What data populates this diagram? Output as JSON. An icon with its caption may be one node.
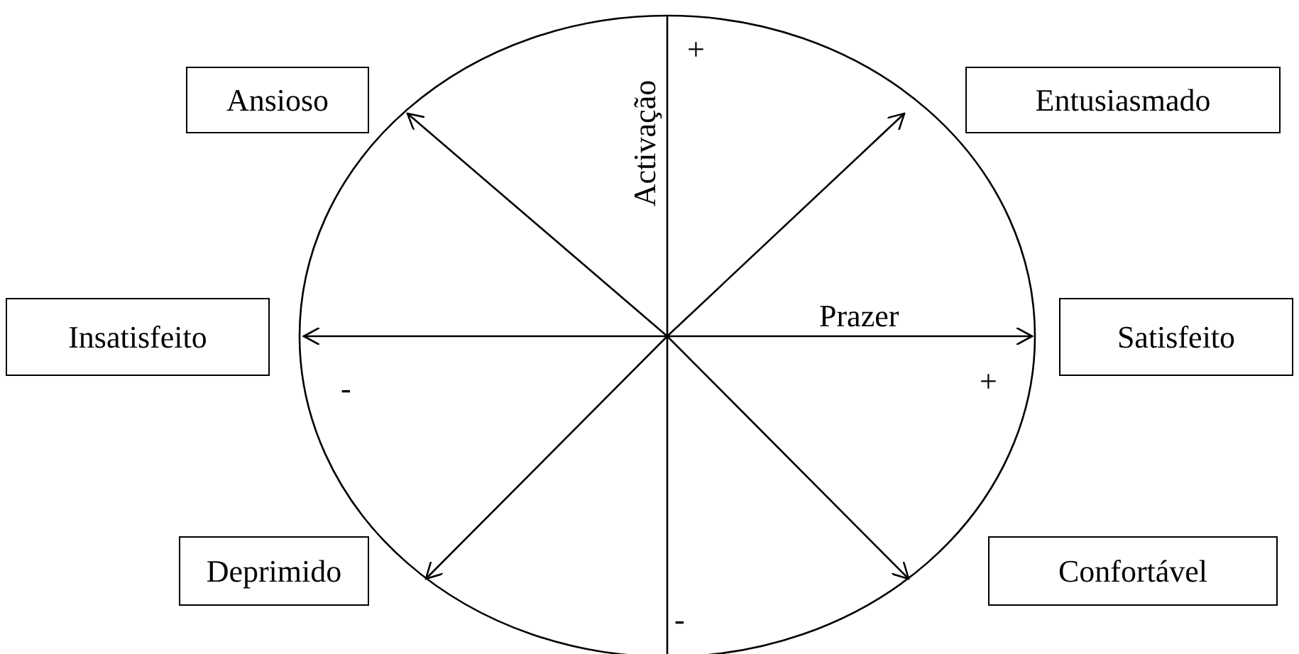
{
  "diagram": {
    "nodes": [
      {
        "text": [
          "Ansioso"
        ]
      },
      {
        "text": [
          "Entusiasmado"
        ]
      },
      {
        "text": [
          "Insatisfeito"
        ]
      },
      {
        "text": [
          "Satisfeito"
        ]
      },
      {
        "text": [
          "Deprimido"
        ]
      },
      {
        "text": [
          "Confortável"
        ]
      },
      {
        "text": [],
        "shape": "circle"
      }
    ],
    "labels": [
      "+",
      "Activação",
      "Prazer",
      "-",
      "+",
      "-"
    ]
  }
}
